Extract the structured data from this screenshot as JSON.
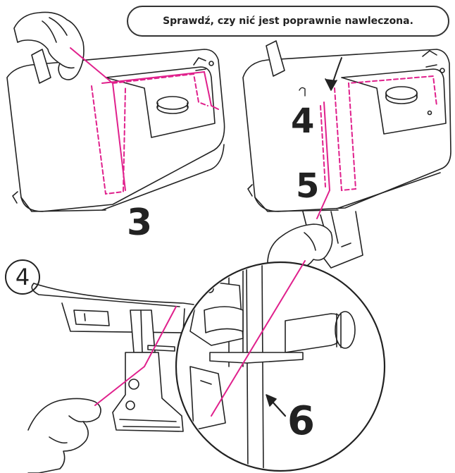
{
  "callout": {
    "text": "Sprawdź, czy nić jest poprawnie nawleczona."
  },
  "steps": {
    "s3": "3",
    "s4": "4",
    "s5": "5",
    "s6": "6",
    "circled": "4"
  },
  "colors": {
    "thread": "#e0208c",
    "ink": "#222222",
    "background": "#ffffff"
  }
}
